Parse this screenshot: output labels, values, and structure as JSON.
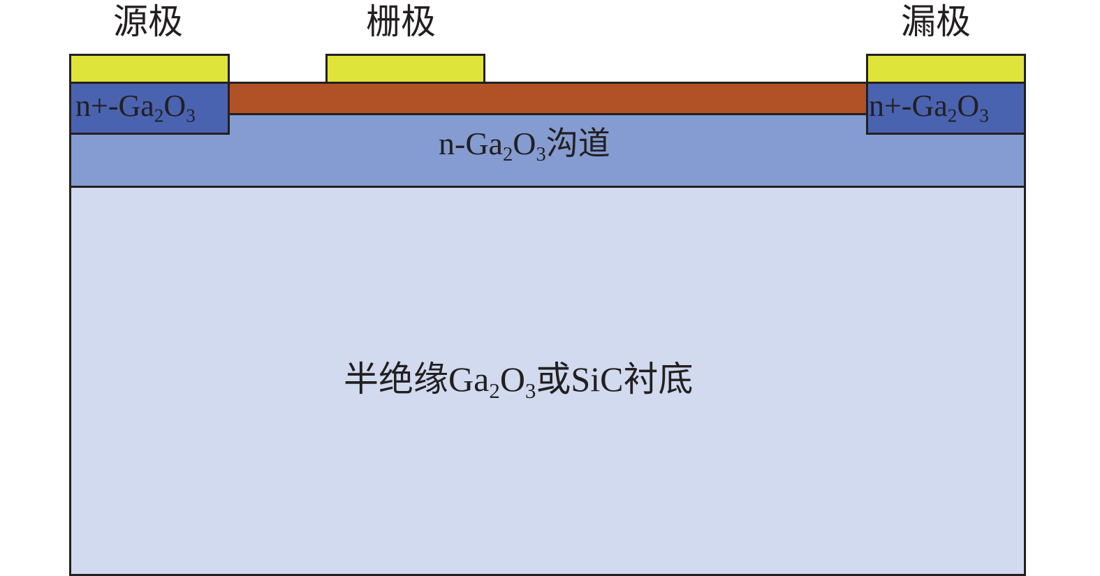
{
  "electrodes": {
    "source": "源极",
    "gate": "栅极",
    "drain": "漏极"
  },
  "nplus_region": {
    "prefix": "n+-Ga",
    "sub1": "2",
    "mid": "O",
    "sub2": "3"
  },
  "channel": {
    "prefix": "n-Ga",
    "sub1": "2",
    "mid": "O",
    "sub2": "3",
    "suffix": "沟道"
  },
  "substrate": {
    "prefix": "半绝缘Ga",
    "sub1": "2",
    "mid": "O",
    "sub2": "3",
    "suffix": "或SiC衬底"
  },
  "colors": {
    "contact": "#dfe43a",
    "gate_dielectric": "#b15226",
    "nplus": "#4a63b0",
    "channel": "#849cd1",
    "substrate": "#d1daee",
    "outline": "#231f20"
  }
}
